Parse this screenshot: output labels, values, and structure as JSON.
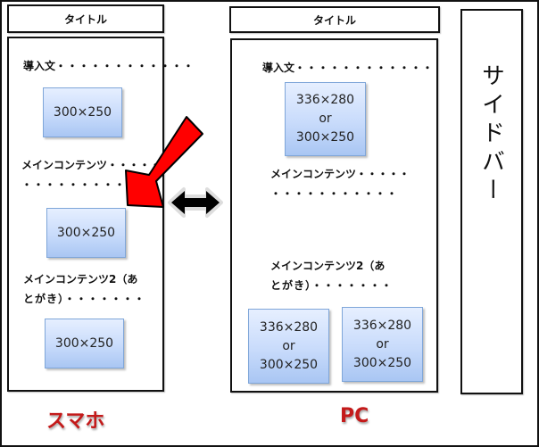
{
  "smartphone": {
    "title": "タイトル",
    "intro": "導入文",
    "intro_dots": "・・・・・・・・・・・・",
    "main_line1": "メインコンテンツ・・・・・",
    "main_line2": "・・・・・・・・・・・・・・・",
    "main2_line1": "メインコンテンツ2（あ",
    "main2_line2": "とがき）・・・・・・・",
    "ads": [
      {
        "size": "300×250"
      },
      {
        "size": "300×250"
      },
      {
        "size": "300×250"
      }
    ],
    "label": "スマホ"
  },
  "pc": {
    "title": "タイトル",
    "intro": "導入文",
    "intro_dots": "・・・・・・・・・・・・",
    "main_line1": "メインコンテンツ・・・・・",
    "main_line2": "・・・・・・・・・・・・・・・",
    "main2_line1": "メインコンテンツ2（あ",
    "main2_line2": "とがき）・・・・・・・",
    "ads": [
      {
        "line1": "336×280",
        "line2": "or",
        "line3": "300×250"
      },
      {
        "line1": "336×280",
        "line2": "or",
        "line3": "300×250"
      },
      {
        "line1": "336×280",
        "line2": "or",
        "line3": "300×250"
      }
    ],
    "sidebar": "サイドバー",
    "label": "PC"
  },
  "colors": {
    "arrow_red": "#ff0000",
    "label_red": "#c41a1a",
    "ad_blue": "#c8dbfb"
  },
  "icons": {
    "pointer_arrow": "red-arrow-icon",
    "swap_arrow": "double-arrow-icon"
  }
}
